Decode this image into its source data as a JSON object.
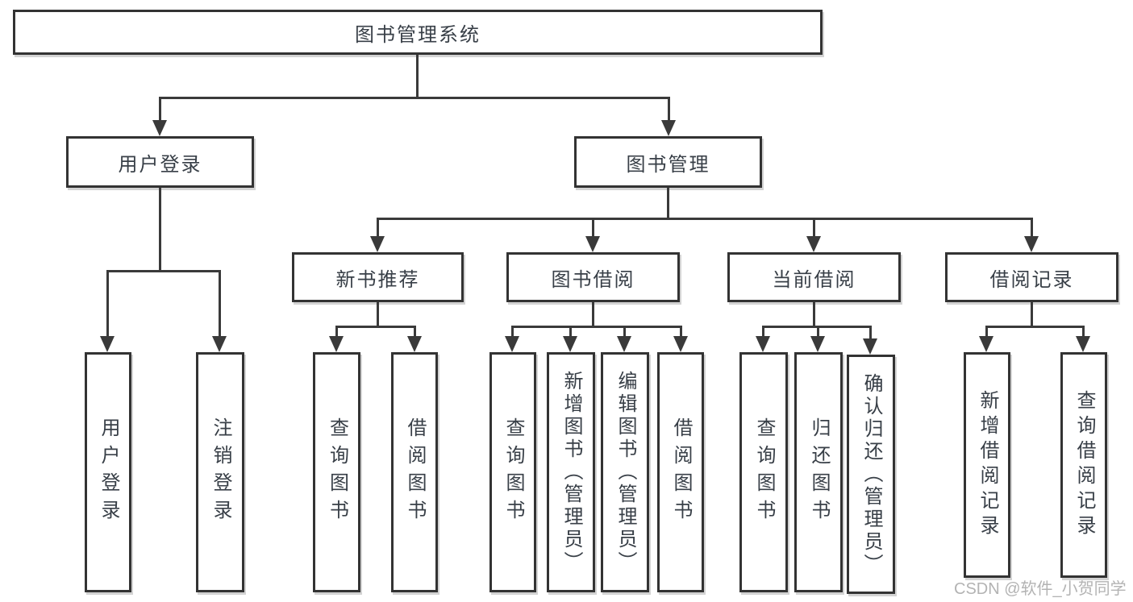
{
  "diagram": {
    "title": "图书管理系统",
    "type": "hierarchy-tree"
  },
  "nodes": {
    "root": "图书管理系统",
    "level2": [
      "用户登录",
      "图书管理"
    ],
    "level3": [
      "新书推荐",
      "图书借阅",
      "当前借阅",
      "借阅记录"
    ],
    "leaves": {
      "user_login": [
        "用户登录",
        "注销登录"
      ],
      "new_book": [
        "查询图书",
        "借阅图书"
      ],
      "book_borrow": [
        "查询图书",
        "新增图书（管理员）",
        "编辑图书（管理员）",
        "借阅图书"
      ],
      "current_borrow": [
        "查询图书",
        "归还图书",
        "确认归还（管理员）"
      ],
      "borrow_record": [
        "新增借阅记录",
        "查询借阅记录"
      ]
    }
  },
  "watermark": "CSDN @软件_小贺同学",
  "colors": {
    "line": "#3a3a3a",
    "box_border": "#333333",
    "box_fill": "#ffffff",
    "text": "#383f47",
    "watermark": "#b3b3b3",
    "background": "#ffffff"
  }
}
